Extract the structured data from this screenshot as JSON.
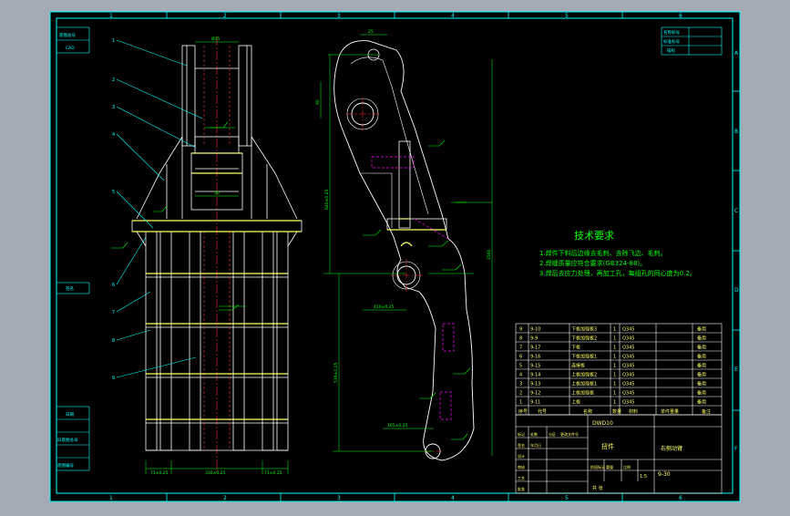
{
  "colors": {
    "background": "#a3aab4",
    "paper": "#000000",
    "frame": "#00ffff",
    "outline": "#ffffff",
    "dimension": "#00ff00",
    "centerline": "#ff3030",
    "hidden": "#ff00ff",
    "weld": "#ffff66",
    "title_block": "#ffffff",
    "notes": "#00ff00"
  },
  "grid": {
    "top": [
      "1",
      "2",
      "3",
      "4",
      "5",
      "6"
    ],
    "bottom": [
      "1",
      "2",
      "3",
      "4",
      "5",
      "6"
    ],
    "right": [
      "A",
      "B",
      "C",
      "D",
      "E",
      "F"
    ]
  },
  "tech_requirements": {
    "title": "技术要求",
    "items": [
      "1.焊件下料后边缘去毛刺、去除飞边、毛刺。",
      "2.焊缝质量应符合要求(GB324-88)。",
      "3.焊后去应力处理，再加工孔，每组孔的同心度为0.2。"
    ]
  },
  "parts_table": {
    "rows": [
      {
        "no": "9",
        "code": "9-10",
        "name": "下板加强板3",
        "qty": "1",
        "material": "Q345",
        "note": "备用"
      },
      {
        "no": "8",
        "code": "9-9",
        "name": "下板加强板2",
        "qty": "1",
        "material": "Q345",
        "note": "备用"
      },
      {
        "no": "7",
        "code": "9-17",
        "name": "下板",
        "qty": "1",
        "material": "Q345",
        "note": "备用"
      },
      {
        "no": "6",
        "code": "9-16",
        "name": "下板加强板1",
        "qty": "1",
        "material": "Q345",
        "note": "备用"
      },
      {
        "no": "5",
        "code": "9-15",
        "name": "连接板",
        "qty": "1",
        "material": "Q345",
        "note": "备用"
      },
      {
        "no": "4",
        "code": "9-14",
        "name": "上板加强板2",
        "qty": "1",
        "material": "Q345",
        "note": "备用"
      },
      {
        "no": "3",
        "code": "9-13",
        "name": "上板加强板1",
        "qty": "1",
        "material": "Q345",
        "note": "备用"
      },
      {
        "no": "2",
        "code": "9-12",
        "name": "上板加强板",
        "qty": "1",
        "material": "Q345",
        "note": "备用"
      },
      {
        "no": "1",
        "code": "9-11",
        "name": "上板",
        "qty": "1",
        "material": "Q345",
        "note": "备用"
      }
    ],
    "header": [
      "序号",
      "代号",
      "名称",
      "数量",
      "材料",
      "单件重量",
      "备注"
    ]
  },
  "title_block": {
    "drawing_code": "DWD10",
    "part_name": "扭件",
    "assembly": "右侧动臂",
    "drawing_number": "9-30",
    "scale": "1:5",
    "sheet": "共 张",
    "labels": [
      "标记",
      "处数",
      "分区",
      "更改文件号",
      "签名",
      "年月日",
      "设计",
      "审核",
      "工艺",
      "批准",
      "阶段标记",
      "重量",
      "比例"
    ]
  },
  "left_strip": [
    "底图总号",
    "CAD",
    "签名",
    "日期",
    "旧底图总号",
    "底图编号"
  ],
  "top_right_box": [
    "名称标号",
    "标准标号",
    "描校"
  ],
  "balloons": [
    "1",
    "2",
    "3",
    "4",
    "5",
    "6",
    "7",
    "8",
    "9"
  ],
  "dimensions": {
    "top_center": "Ø35",
    "mid_center": "50",
    "bottom_left": "71±0.25",
    "bottom_mid": "316±0.25",
    "bottom_right": "71±0.25",
    "side_a": "640±0.25",
    "side_b": "516±0.25",
    "side_c": "1560",
    "side_d": "90",
    "side_e": "165±0.25",
    "side_f": "25",
    "side_g": "410±0.25"
  }
}
